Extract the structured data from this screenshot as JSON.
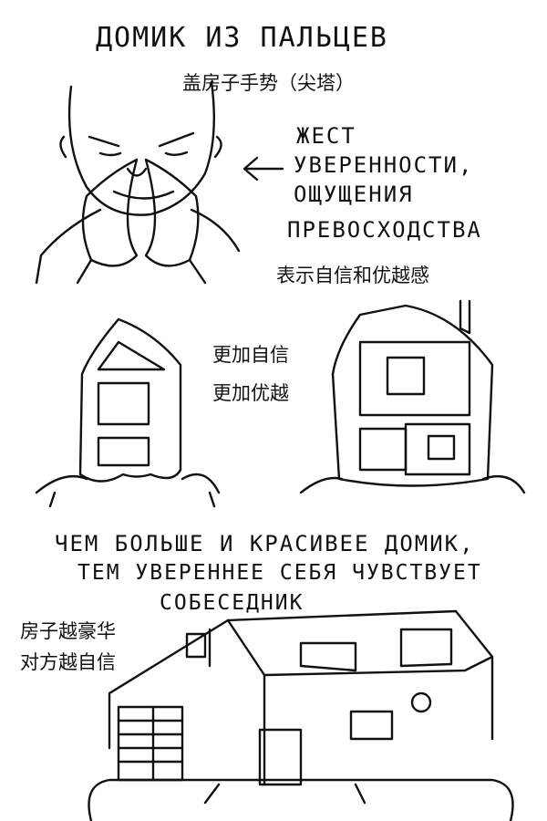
{
  "title": "ДОМИК ИЗ ПАЛЬЦЕВ",
  "title_zh": "盖房子手势（尖塔）",
  "gesture_caption": {
    "lines": [
      "ЖЕСТ",
      "УВЕРЕННОСТИ,",
      "ОЩУЩЕНИЯ",
      "ПРЕВОСХОДСТВА"
    ],
    "zh": "表示自信和优越感"
  },
  "middle_zh": [
    "更加自信",
    "更加优越"
  ],
  "bottom_caption": {
    "lines": [
      "ЧЕМ БОЛЬШЕ И КРАСИВЕЕ ДОМИК,",
      "ТЕМ УВЕРЕННЕЕ СЕБЯ ЧУВСТВУЕТ",
      "СОБЕСЕДНИК"
    ],
    "zh": [
      "房子越豪华",
      "对方越自信"
    ]
  }
}
